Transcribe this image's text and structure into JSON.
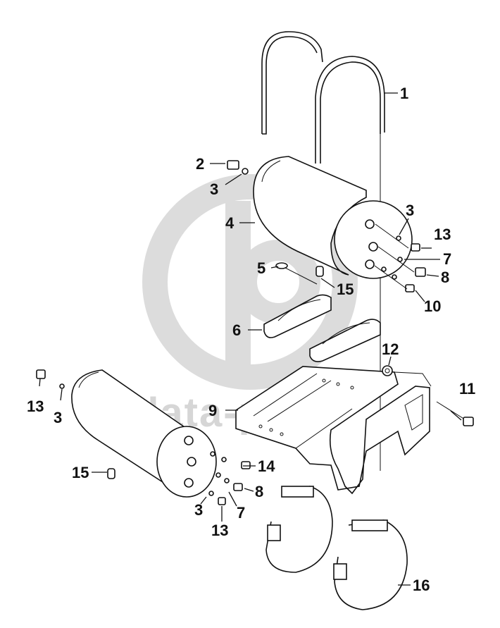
{
  "watermark": {
    "text": "data-parts"
  },
  "callouts": {
    "c1": "1",
    "c2": "2",
    "c3a": "3",
    "c4": "4",
    "c3b": "3",
    "c13a": "13",
    "c7a": "7",
    "c8a": "8",
    "c5": "5",
    "c15a": "15",
    "c10": "10",
    "c6": "6",
    "c12": "12",
    "c11": "11",
    "c9": "9",
    "c13b": "13",
    "c3c": "3",
    "c15b": "15",
    "c14": "14",
    "c8b": "8",
    "c3d": "3",
    "c7b": "7",
    "c13c": "13",
    "c16": "16"
  }
}
